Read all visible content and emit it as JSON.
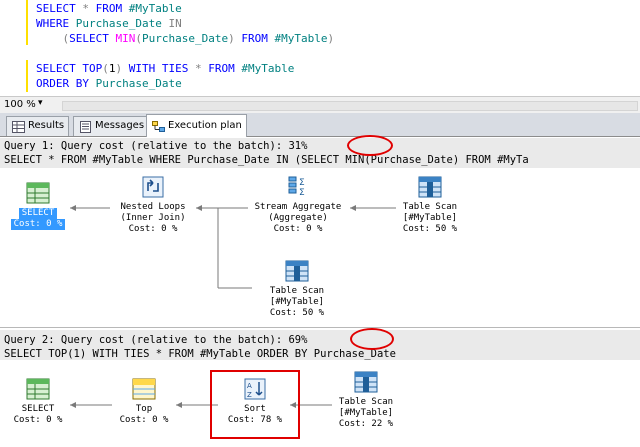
{
  "editor": {
    "lines": [
      [
        {
          "t": "SELECT",
          "c": "kw"
        },
        {
          "t": " ",
          "c": ""
        },
        {
          "t": "*",
          "c": "op"
        },
        {
          "t": " ",
          "c": ""
        },
        {
          "t": "FROM",
          "c": "kw"
        },
        {
          "t": " ",
          "c": ""
        },
        {
          "t": "#MyTable",
          "c": "id"
        }
      ],
      [
        {
          "t": "WHERE",
          "c": "kw"
        },
        {
          "t": " Purchase_Date ",
          "c": "id"
        },
        {
          "t": "IN",
          "c": "op"
        }
      ],
      [
        {
          "t": "    ",
          "c": ""
        },
        {
          "t": "(",
          "c": "op"
        },
        {
          "t": "SELECT",
          "c": "kw"
        },
        {
          "t": " ",
          "c": ""
        },
        {
          "t": "MIN",
          "c": "fn"
        },
        {
          "t": "(",
          "c": "op"
        },
        {
          "t": "Purchase_Date",
          "c": "id"
        },
        {
          "t": ")",
          "c": "op"
        },
        {
          "t": " ",
          "c": ""
        },
        {
          "t": "FROM",
          "c": "kw"
        },
        {
          "t": " ",
          "c": ""
        },
        {
          "t": "#MyTable",
          "c": "id"
        },
        {
          "t": ")",
          "c": "op"
        }
      ],
      [],
      [
        {
          "t": "SELECT",
          "c": "kw"
        },
        {
          "t": " ",
          "c": ""
        },
        {
          "t": "TOP",
          "c": "kw"
        },
        {
          "t": "(",
          "c": "op"
        },
        {
          "t": "1",
          "c": ""
        },
        {
          "t": ")",
          "c": "op"
        },
        {
          "t": " ",
          "c": ""
        },
        {
          "t": "WITH",
          "c": "kw"
        },
        {
          "t": " ",
          "c": ""
        },
        {
          "t": "TIES",
          "c": "kw"
        },
        {
          "t": " ",
          "c": ""
        },
        {
          "t": "*",
          "c": "op"
        },
        {
          "t": " ",
          "c": ""
        },
        {
          "t": "FROM",
          "c": "kw"
        },
        {
          "t": " ",
          "c": ""
        },
        {
          "t": "#MyTable",
          "c": "id"
        }
      ],
      [
        {
          "t": "ORDER",
          "c": "kw"
        },
        {
          "t": " ",
          "c": ""
        },
        {
          "t": "BY",
          "c": "kw"
        },
        {
          "t": " Purchase_Date",
          "c": "id"
        }
      ]
    ]
  },
  "zoom": {
    "value": "100 %"
  },
  "tabs": {
    "results": "Results",
    "messages": "Messages",
    "execution_plan": "Execution plan"
  },
  "query1": {
    "header": "Query 1: Query cost (relative to the batch): 31%",
    "sql": "SELECT * FROM #MyTable WHERE Purchase_Date IN (SELECT MIN(Purchase_Date) FROM #MyTa",
    "nodes": {
      "select": {
        "line1": "SELECT",
        "line2": "Cost: 0 %"
      },
      "nested_loops": {
        "line1": "Nested Loops",
        "line2": "(Inner Join)",
        "line3": "Cost: 0 %"
      },
      "stream_aggregate": {
        "line1": "Stream Aggregate",
        "line2": "(Aggregate)",
        "line3": "Cost: 0 %"
      },
      "table_scan_top": {
        "line1": "Table Scan",
        "line2": "[#MyTable]",
        "line3": "Cost: 50 %"
      },
      "table_scan_bottom": {
        "line1": "Table Scan",
        "line2": "[#MyTable]",
        "line3": "Cost: 50 %"
      }
    }
  },
  "query2": {
    "header": "Query 2: Query cost (relative to the batch): 69%",
    "sql": "SELECT TOP(1) WITH TIES * FROM #MyTable ORDER BY Purchase_Date",
    "nodes": {
      "select": {
        "line1": "SELECT",
        "line2": "Cost: 0 %"
      },
      "top": {
        "line1": "Top",
        "line2": "Cost: 0 %"
      },
      "sort": {
        "line1": "Sort",
        "line2": "Cost: 78 %"
      },
      "table_scan": {
        "line1": "Table Scan",
        "line2": "[#MyTable]",
        "line3": "Cost: 22 %"
      }
    }
  },
  "colors": {
    "keyword": "#0000ff",
    "function": "#ff00ff",
    "highlight": "#e00000",
    "selection": "#3399ff"
  }
}
